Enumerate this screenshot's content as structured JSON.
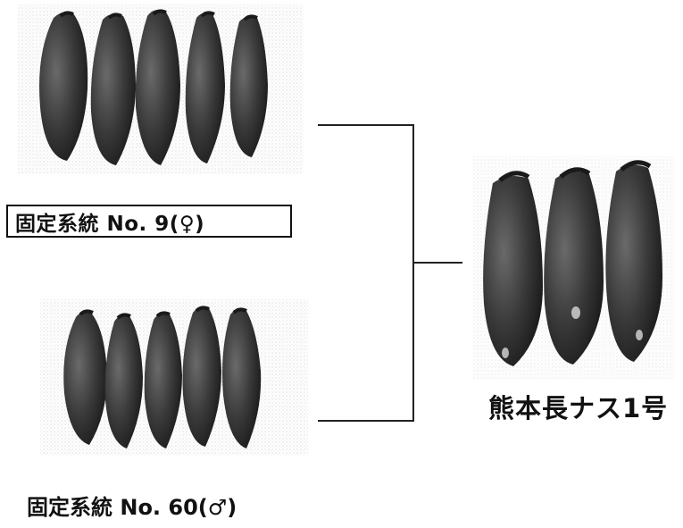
{
  "parents": {
    "female": {
      "label": "固定系統 No. 9(♀)"
    },
    "male": {
      "label": "固定系統 No. 60(♂)"
    }
  },
  "hybrid": {
    "label": "熊本長ナス1号"
  },
  "colors": {
    "eggplant_dark": "#2a2a2a",
    "eggplant_mid": "#4a4a4a",
    "highlight": "#d8d8d8",
    "line": "#222222"
  },
  "icons": {
    "female_symbol": "female-sign",
    "male_symbol": "male-sign"
  }
}
